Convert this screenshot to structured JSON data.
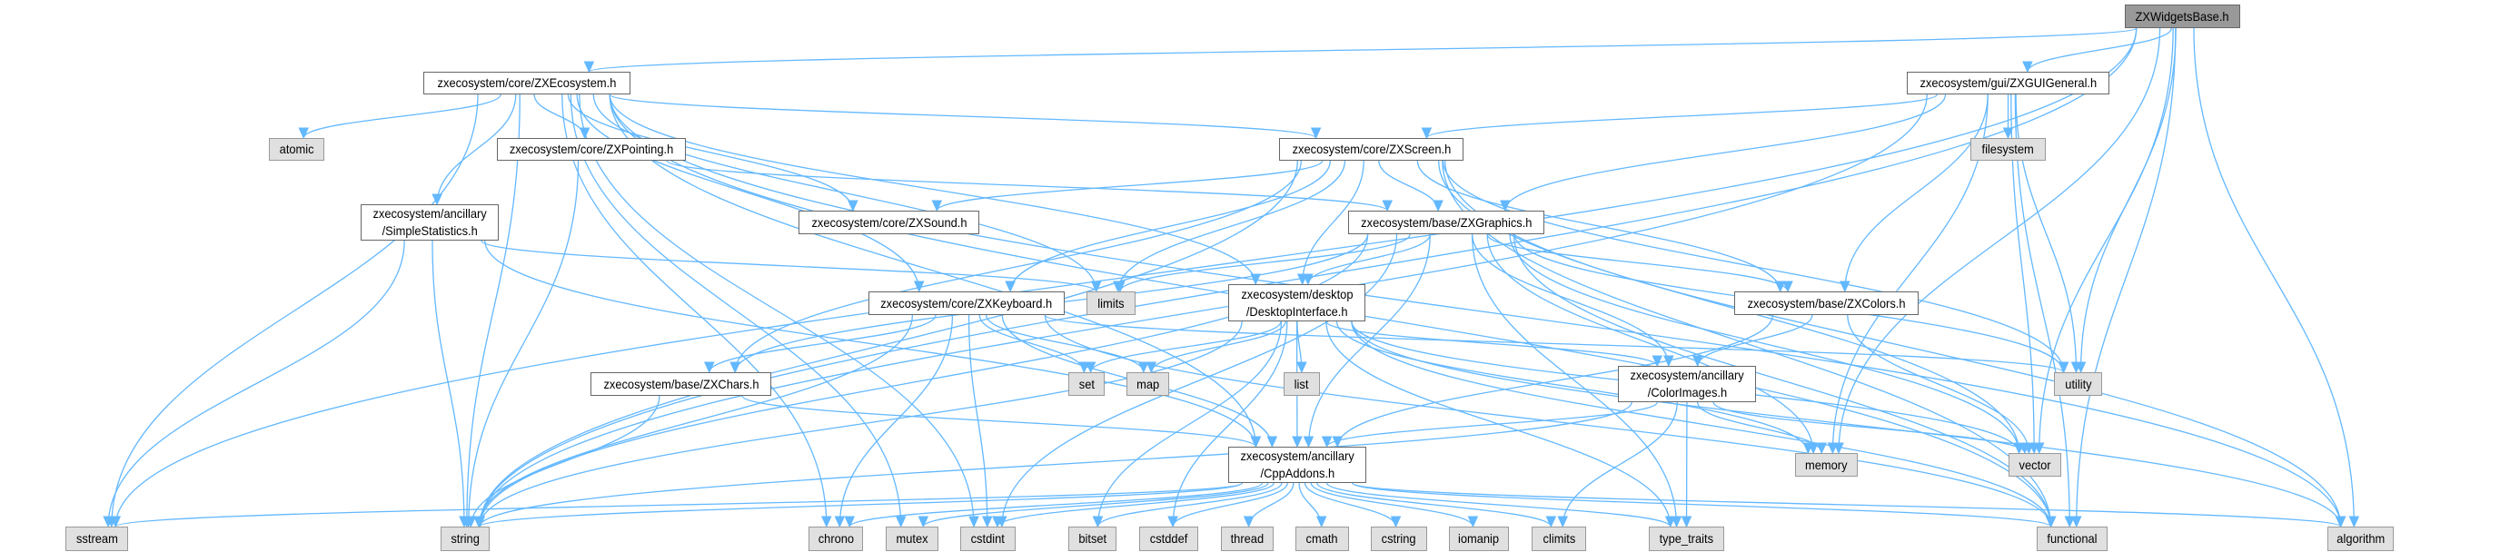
{
  "title": "ZXWidgetsBase.h",
  "colors": {
    "edge": "#63b8ff",
    "root_fill": "#999999",
    "system_fill": "#e0e0e0",
    "header_fill": "#ffffff"
  },
  "nodes": [
    {
      "id": "root",
      "kind": "root",
      "lines": [
        "ZXWidgetsBase.h"
      ]
    },
    {
      "id": "ecosystem",
      "kind": "header",
      "lines": [
        "zxecosystem/core/ZXEcosystem.h"
      ]
    },
    {
      "id": "guigeneral",
      "kind": "header",
      "lines": [
        "zxecosystem/gui/ZXGUIGeneral.h"
      ]
    },
    {
      "id": "atomic",
      "kind": "system",
      "lines": [
        "atomic"
      ]
    },
    {
      "id": "pointing",
      "kind": "header",
      "lines": [
        "zxecosystem/core/ZXPointing.h"
      ]
    },
    {
      "id": "screen",
      "kind": "header",
      "lines": [
        "zxecosystem/core/ZXScreen.h"
      ]
    },
    {
      "id": "filesystem",
      "kind": "system",
      "lines": [
        "filesystem"
      ]
    },
    {
      "id": "simplestats",
      "kind": "header",
      "lines": [
        "zxecosystem/ancillary",
        "/SimpleStatistics.h"
      ]
    },
    {
      "id": "sound",
      "kind": "header",
      "lines": [
        "zxecosystem/core/ZXSound.h"
      ]
    },
    {
      "id": "graphics",
      "kind": "header",
      "lines": [
        "zxecosystem/base/ZXGraphics.h"
      ]
    },
    {
      "id": "keyboard",
      "kind": "header",
      "lines": [
        "zxecosystem/core/ZXKeyboard.h"
      ]
    },
    {
      "id": "limits",
      "kind": "system",
      "lines": [
        "limits"
      ]
    },
    {
      "id": "desktop",
      "kind": "header",
      "lines": [
        "zxecosystem/desktop",
        "/DesktopInterface.h"
      ]
    },
    {
      "id": "colors",
      "kind": "header",
      "lines": [
        "zxecosystem/base/ZXColors.h"
      ]
    },
    {
      "id": "chars",
      "kind": "header",
      "lines": [
        "zxecosystem/base/ZXChars.h"
      ]
    },
    {
      "id": "set",
      "kind": "system",
      "lines": [
        "set"
      ]
    },
    {
      "id": "map",
      "kind": "system",
      "lines": [
        "map"
      ]
    },
    {
      "id": "list",
      "kind": "system",
      "lines": [
        "list"
      ]
    },
    {
      "id": "utility",
      "kind": "system",
      "lines": [
        "utility"
      ]
    },
    {
      "id": "colorimages",
      "kind": "header",
      "lines": [
        "zxecosystem/ancillary",
        "/ColorImages.h"
      ]
    },
    {
      "id": "memory",
      "kind": "system",
      "lines": [
        "memory"
      ]
    },
    {
      "id": "vector",
      "kind": "system",
      "lines": [
        "vector"
      ]
    },
    {
      "id": "cppaddons",
      "kind": "header",
      "lines": [
        "zxecosystem/ancillary",
        "/CppAddons.h"
      ]
    },
    {
      "id": "sstream",
      "kind": "system",
      "lines": [
        "sstream"
      ]
    },
    {
      "id": "string",
      "kind": "system",
      "lines": [
        "string"
      ]
    },
    {
      "id": "chrono",
      "kind": "system",
      "lines": [
        "chrono"
      ]
    },
    {
      "id": "mutex",
      "kind": "system",
      "lines": [
        "mutex"
      ]
    },
    {
      "id": "cstdint",
      "kind": "system",
      "lines": [
        "cstdint"
      ]
    },
    {
      "id": "bitset",
      "kind": "system",
      "lines": [
        "bitset"
      ]
    },
    {
      "id": "cstddef",
      "kind": "system",
      "lines": [
        "cstddef"
      ]
    },
    {
      "id": "thread",
      "kind": "system",
      "lines": [
        "thread"
      ]
    },
    {
      "id": "cmath",
      "kind": "system",
      "lines": [
        "cmath"
      ]
    },
    {
      "id": "cstring",
      "kind": "system",
      "lines": [
        "cstring"
      ]
    },
    {
      "id": "iomanip",
      "kind": "system",
      "lines": [
        "iomanip"
      ]
    },
    {
      "id": "climits",
      "kind": "system",
      "lines": [
        "climits"
      ]
    },
    {
      "id": "type_traits",
      "kind": "system",
      "lines": [
        "type_traits"
      ]
    },
    {
      "id": "functional",
      "kind": "system",
      "lines": [
        "functional"
      ]
    },
    {
      "id": "algorithm",
      "kind": "system",
      "lines": [
        "algorithm"
      ]
    }
  ],
  "edges": [
    [
      "root",
      "ecosystem"
    ],
    [
      "root",
      "guigeneral"
    ],
    [
      "root",
      "sstream"
    ],
    [
      "root",
      "string"
    ],
    [
      "root",
      "utility"
    ],
    [
      "root",
      "memory"
    ],
    [
      "root",
      "vector"
    ],
    [
      "root",
      "functional"
    ],
    [
      "root",
      "algorithm"
    ],
    [
      "ecosystem",
      "atomic"
    ],
    [
      "ecosystem",
      "pointing"
    ],
    [
      "ecosystem",
      "simplestats"
    ],
    [
      "ecosystem",
      "sound"
    ],
    [
      "ecosystem",
      "screen"
    ],
    [
      "ecosystem",
      "keyboard"
    ],
    [
      "ecosystem",
      "desktop"
    ],
    [
      "ecosystem",
      "cppaddons"
    ],
    [
      "ecosystem",
      "limits"
    ],
    [
      "ecosystem",
      "string"
    ],
    [
      "ecosystem",
      "chrono"
    ],
    [
      "ecosystem",
      "mutex"
    ],
    [
      "ecosystem",
      "cstdint"
    ],
    [
      "ecosystem",
      "functional"
    ],
    [
      "ecosystem",
      "algorithm"
    ],
    [
      "ecosystem",
      "sstream"
    ],
    [
      "guigeneral",
      "screen"
    ],
    [
      "guigeneral",
      "graphics"
    ],
    [
      "guigeneral",
      "colors"
    ],
    [
      "guigeneral",
      "filesystem"
    ],
    [
      "guigeneral",
      "string"
    ],
    [
      "guigeneral",
      "utility"
    ],
    [
      "guigeneral",
      "vector"
    ],
    [
      "guigeneral",
      "functional"
    ],
    [
      "guigeneral",
      "memory"
    ],
    [
      "pointing",
      "graphics"
    ],
    [
      "pointing",
      "string"
    ],
    [
      "screen",
      "sound"
    ],
    [
      "screen",
      "graphics"
    ],
    [
      "screen",
      "keyboard"
    ],
    [
      "screen",
      "chars"
    ],
    [
      "screen",
      "desktop"
    ],
    [
      "screen",
      "colors"
    ],
    [
      "screen",
      "limits"
    ],
    [
      "screen",
      "string"
    ],
    [
      "screen",
      "utility"
    ],
    [
      "screen",
      "functional"
    ],
    [
      "screen",
      "algorithm"
    ],
    [
      "screen",
      "vector"
    ],
    [
      "simplestats",
      "sstream"
    ],
    [
      "simplestats",
      "string"
    ],
    [
      "simplestats",
      "cppaddons"
    ],
    [
      "simplestats",
      "limits"
    ],
    [
      "graphics",
      "desktop"
    ],
    [
      "graphics",
      "colors"
    ],
    [
      "graphics",
      "colorimages"
    ],
    [
      "graphics",
      "cppaddons"
    ],
    [
      "graphics",
      "chars"
    ],
    [
      "graphics",
      "limits"
    ],
    [
      "graphics",
      "string"
    ],
    [
      "graphics",
      "cstdint"
    ],
    [
      "graphics",
      "utility"
    ],
    [
      "graphics",
      "memory"
    ],
    [
      "graphics",
      "vector"
    ],
    [
      "graphics",
      "functional"
    ],
    [
      "graphics",
      "type_traits"
    ],
    [
      "keyboard",
      "chars"
    ],
    [
      "keyboard",
      "set"
    ],
    [
      "keyboard",
      "map"
    ],
    [
      "keyboard",
      "string"
    ],
    [
      "keyboard",
      "chrono"
    ],
    [
      "keyboard",
      "cstdint"
    ],
    [
      "keyboard",
      "cppaddons"
    ],
    [
      "keyboard",
      "utility"
    ],
    [
      "keyboard",
      "functional"
    ],
    [
      "desktop",
      "set"
    ],
    [
      "desktop",
      "map"
    ],
    [
      "desktop",
      "list"
    ],
    [
      "desktop",
      "colorimages"
    ],
    [
      "desktop",
      "cppaddons"
    ],
    [
      "desktop",
      "string"
    ],
    [
      "desktop",
      "bitset"
    ],
    [
      "desktop",
      "cstddef"
    ],
    [
      "desktop",
      "memory"
    ],
    [
      "desktop",
      "vector"
    ],
    [
      "desktop",
      "functional"
    ],
    [
      "desktop",
      "type_traits"
    ],
    [
      "desktop",
      "algorithm"
    ],
    [
      "colors",
      "colorimages"
    ],
    [
      "colors",
      "cppaddons"
    ],
    [
      "colors",
      "vector"
    ],
    [
      "chars",
      "string"
    ],
    [
      "chars",
      "cppaddons"
    ],
    [
      "colorimages",
      "cppaddons"
    ],
    [
      "colorimages",
      "memory"
    ],
    [
      "colorimages",
      "vector"
    ],
    [
      "colorimages",
      "type_traits"
    ],
    [
      "colorimages",
      "climits"
    ],
    [
      "colorimages",
      "string"
    ],
    [
      "cppaddons",
      "sstream"
    ],
    [
      "cppaddons",
      "string"
    ],
    [
      "cppaddons",
      "chrono"
    ],
    [
      "cppaddons",
      "mutex"
    ],
    [
      "cppaddons",
      "cstdint"
    ],
    [
      "cppaddons",
      "bitset"
    ],
    [
      "cppaddons",
      "cstddef"
    ],
    [
      "cppaddons",
      "thread"
    ],
    [
      "cppaddons",
      "cmath"
    ],
    [
      "cppaddons",
      "cstring"
    ],
    [
      "cppaddons",
      "iomanip"
    ],
    [
      "cppaddons",
      "climits"
    ],
    [
      "cppaddons",
      "type_traits"
    ],
    [
      "cppaddons",
      "functional"
    ],
    [
      "cppaddons",
      "algorithm"
    ]
  ]
}
